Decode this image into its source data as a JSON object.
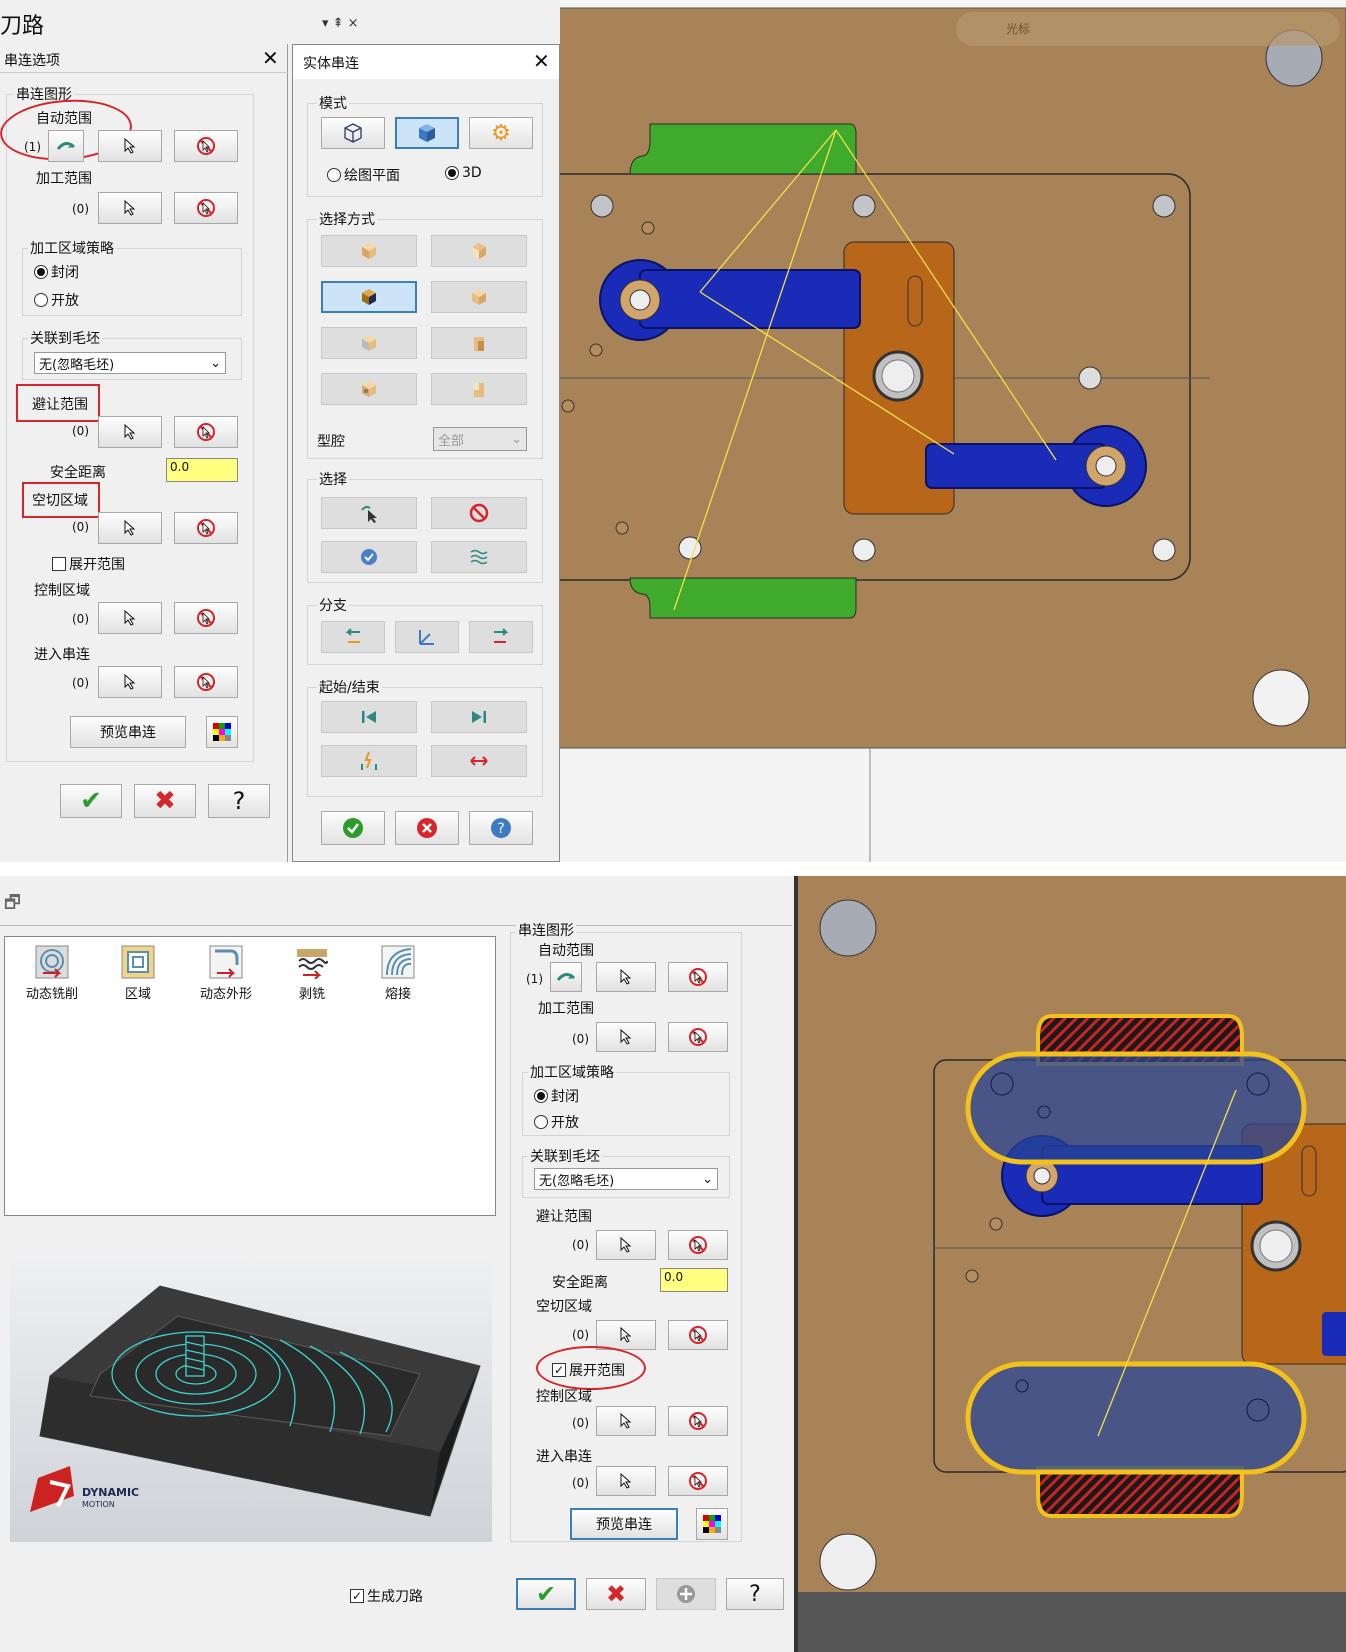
{
  "top": {
    "window_title": "刀路",
    "title_controls": "▾ ⇞ ×",
    "chain_options": {
      "title": "串连选项",
      "chain_geometry": "串连图形",
      "auto_range": "自动范围",
      "auto_count": "(1)",
      "machining_range": "加工范围",
      "machining_count": "(0)",
      "strategy_group": "加工区域策略",
      "closed": "封闭",
      "open": "开放",
      "stock_group": "关联到毛坯",
      "stock_value": "无(忽略毛坯)",
      "avoid_range": "避让范围",
      "avoid_count": "(0)",
      "safe_distance": "安全距离",
      "safe_value": "0.0",
      "air_region": "空切区域",
      "air_count": "(0)",
      "expand_range": "展开范围",
      "expand_checked": false,
      "control_region": "控制区域",
      "control_count": "(0)",
      "entry_chain": "进入串连",
      "entry_count": "(0)",
      "preview_chain": "预览串连"
    },
    "solid_chain": {
      "title": "实体串连",
      "mode": "模式",
      "draw_plane": "绘图平面",
      "three_d": "3D",
      "select_method": "选择方式",
      "cavity": "型腔",
      "cavity_value": "全部",
      "select": "选择",
      "branch": "分支",
      "start_end": "起始/结束"
    },
    "toolbar_text": "光标"
  },
  "bottom": {
    "toolpaths": [
      {
        "label": "动态铣削",
        "icon": "dynamic-mill-icon"
      },
      {
        "label": "区域",
        "icon": "area-icon"
      },
      {
        "label": "动态外形",
        "icon": "dynamic-contour-icon"
      },
      {
        "label": "剥铣",
        "icon": "peel-mill-icon"
      },
      {
        "label": "熔接",
        "icon": "blend-icon"
      }
    ],
    "logo_text1": "DYNAMIC",
    "logo_text2": "MOTION",
    "chain_geometry": "串连图形",
    "auto_range": "自动范围",
    "auto_count": "(1)",
    "machining_range": "加工范围",
    "machining_count": "(0)",
    "strategy_group": "加工区域策略",
    "closed": "封闭",
    "open": "开放",
    "stock_group": "关联到毛坯",
    "stock_value": "无(忽略毛坯)",
    "avoid_range": "避让范围",
    "avoid_count": "(0)",
    "safe_distance": "安全距离",
    "safe_value": "0.0",
    "air_region": "空切区域",
    "air_count": "(0)",
    "expand_range": "展开范围",
    "expand_checked": true,
    "control_region": "控制区域",
    "control_count": "(0)",
    "entry_chain": "进入串连",
    "entry_count": "(0)",
    "preview_chain": "预览串连",
    "generate_toolpath": "生成刀路",
    "generate_checked": true
  },
  "colors": {
    "wood": "#a98358",
    "blue_part": "#1a2bb8",
    "green_part": "#3faa2b",
    "orange_part": "#b8661a",
    "yellow": "#f2c21b",
    "accent_red": "#d6262c"
  }
}
